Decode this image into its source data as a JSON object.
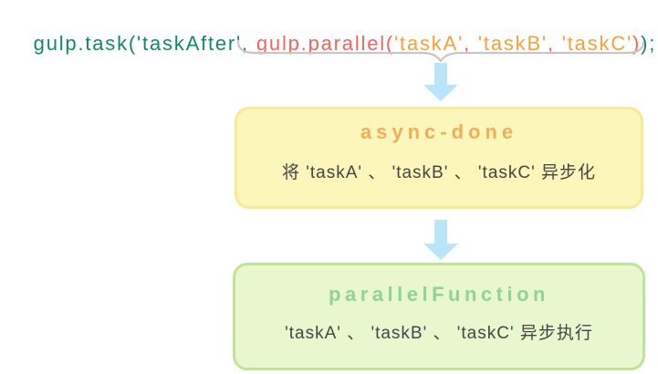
{
  "palette": {
    "code_teal": "#12886b",
    "code_red": "#f4635d",
    "code_orange": "#f8a039",
    "brace_gray": "#c6c6c6",
    "arrow_blue": "#b9e5f8",
    "yellow_box_fill": "#fcf6ba",
    "yellow_box_border": "#f8e995",
    "yellow_box_title_orange": "#f1ae58",
    "green_box_fill": "#e9f7ce",
    "green_box_border": "#bfe494",
    "green_box_title_green": "#8fd396",
    "subtitle_gray": "#454545",
    "background": "#ffffff"
  },
  "code": {
    "segments": [
      {
        "text": "gulp.task('taskAfter', ",
        "role": "outer-call"
      },
      {
        "text": "gulp.parallel(",
        "role": "inner-call"
      },
      {
        "text": "'taskA'",
        "role": "string-arg"
      },
      {
        "text": ", ",
        "role": "inner-call"
      },
      {
        "text": "'taskB'",
        "role": "string-arg"
      },
      {
        "text": ", ",
        "role": "inner-call"
      },
      {
        "text": "'taskC'",
        "role": "string-arg"
      },
      {
        "text": ")",
        "role": "inner-call"
      },
      {
        "text": ");",
        "role": "outer-call"
      }
    ]
  },
  "diagram": {
    "step1": {
      "title": "async-done",
      "subtitle": "将 'taskA' 、 'taskB' 、 'taskC' 异步化"
    },
    "step2": {
      "title": "parallelFunction",
      "subtitle": "'taskA' 、 'taskB' 、 'taskC' 异步执行"
    }
  }
}
